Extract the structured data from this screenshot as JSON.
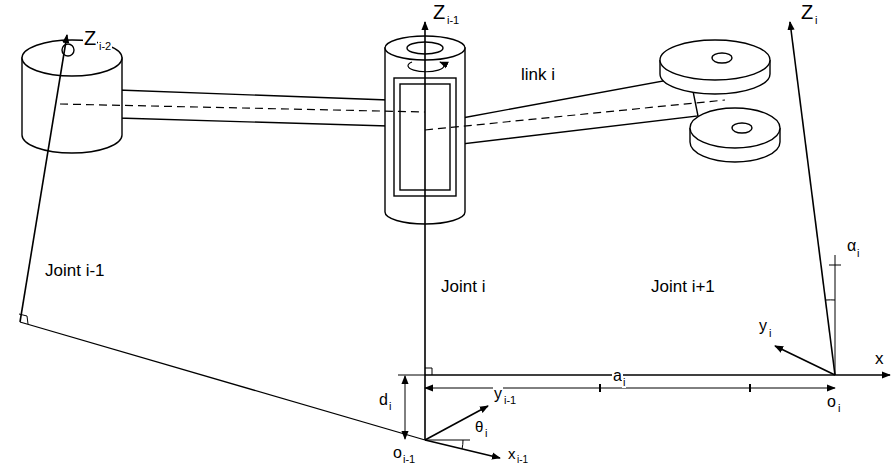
{
  "diagram": {
    "labels": [
      "Z",
      "i-2",
      "Z",
      "i-1",
      "Z",
      "i",
      "link i",
      "Joint i-1",
      "Joint i",
      "Joint i+1",
      "α",
      "i",
      "y",
      "i",
      "x",
      "o",
      "i",
      "d",
      "i",
      "a",
      "i",
      "y",
      "i-1",
      "o",
      "i-1",
      "θ",
      "i",
      "x",
      "i-1"
    ]
  }
}
